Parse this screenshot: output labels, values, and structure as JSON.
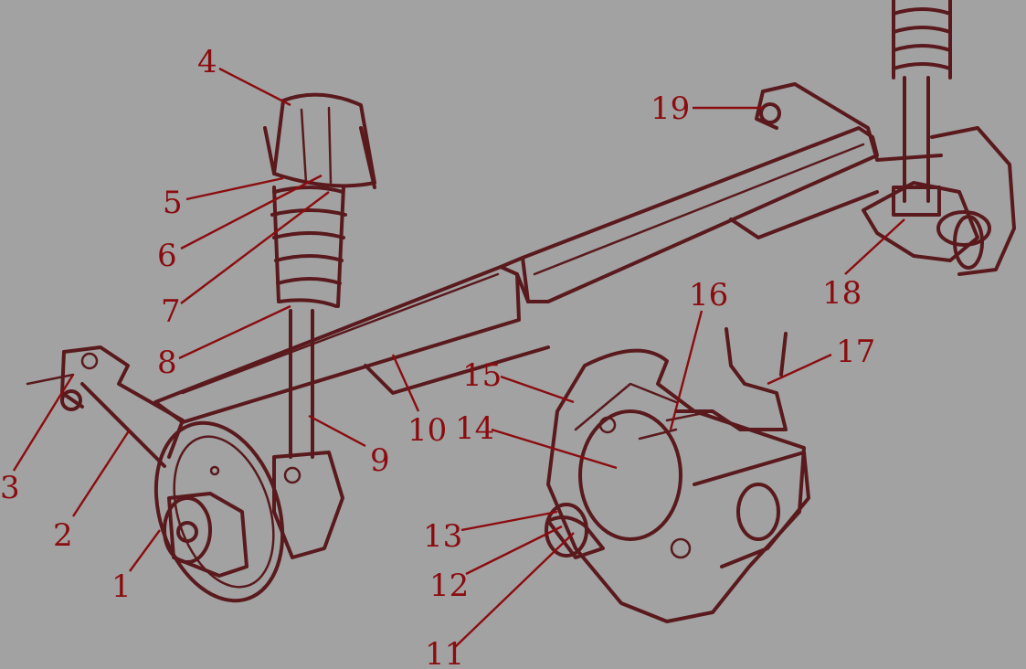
{
  "colors": {
    "background": "#a2a2a2",
    "ink": "#5a1a1d",
    "label": "#8b0c0f"
  },
  "callouts": [
    "1",
    "2",
    "3",
    "4",
    "5",
    "6",
    "7",
    "8",
    "9",
    "10",
    "11",
    "12",
    "13",
    "14",
    "15",
    "16",
    "17",
    "18",
    "19"
  ]
}
